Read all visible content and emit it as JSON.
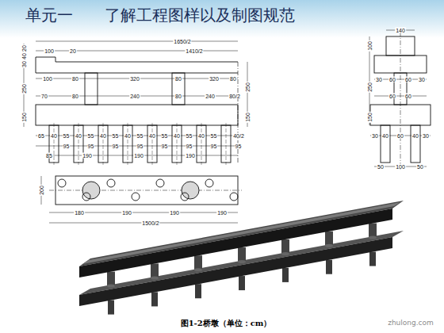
{
  "diagram": {
    "title": "单元一　　了解工程图样以及制图规范",
    "caption": "图1-2桥墩（单位：cm）",
    "labels": [
      "1650/2",
      "100",
      "20",
      "1410/2",
      "20",
      "40",
      "30",
      "250",
      "150",
      "100",
      "80",
      "320",
      "80",
      "320",
      "80",
      "70",
      "80",
      "240",
      "80",
      "240",
      "80/2",
      "250",
      "150",
      "65",
      "40",
      "55",
      "40",
      "55",
      "40",
      "55",
      "40",
      "55",
      "40",
      "55",
      "40",
      "55",
      "40",
      "55",
      "40/2",
      "95",
      "95",
      "95",
      "95",
      "95",
      "95",
      "95",
      "95",
      "85",
      "190",
      "190",
      "190",
      "200",
      "180",
      "190",
      "190",
      "190",
      "1500/2",
      "140",
      "100",
      "250",
      "150",
      "30",
      "60",
      "60",
      "30",
      "60",
      "60",
      "30",
      "40",
      "60",
      "40",
      "30",
      "50",
      "100",
      "50",
      "zhulong.com"
    ]
  }
}
